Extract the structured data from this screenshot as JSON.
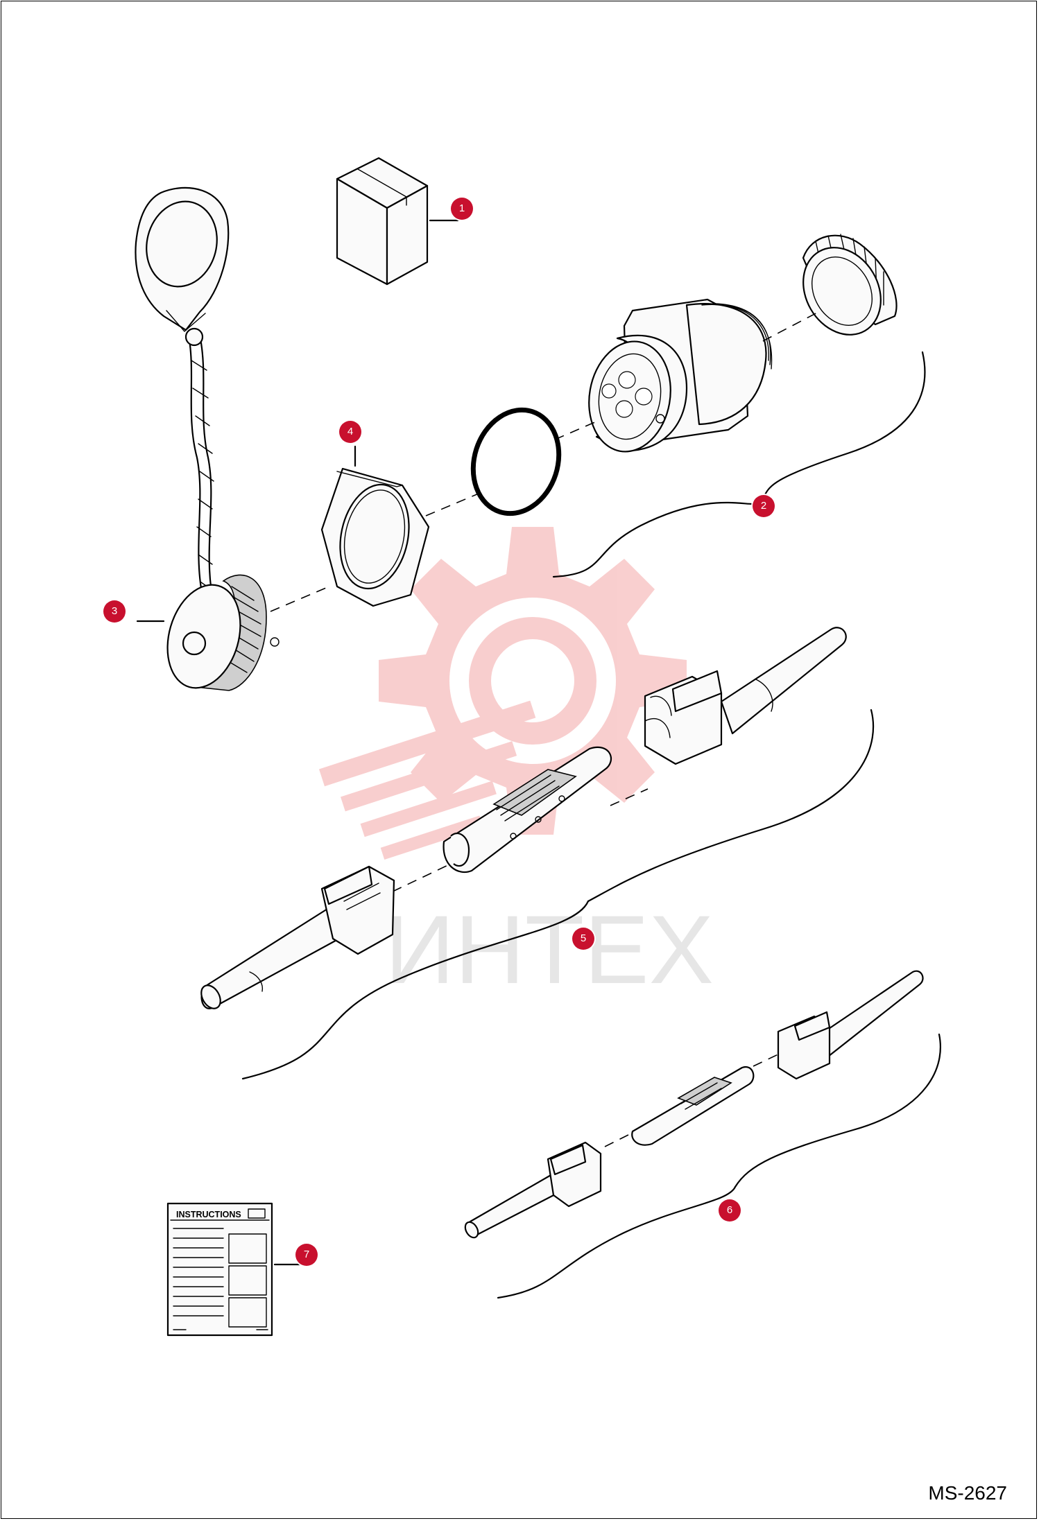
{
  "drawing": {
    "id": "MS-2627",
    "watermark": "ИНТЕХ",
    "accent_color": "#c8102e",
    "watermark_color": "#f4b9b9"
  },
  "instructions_sheet": {
    "title": "INSTRUCTIONS"
  },
  "callouts": [
    {
      "label": "1",
      "part": "packaging-box"
    },
    {
      "label": "2",
      "part": "receptacle-connector-assembly"
    },
    {
      "label": "3",
      "part": "dust-cap-with-chain"
    },
    {
      "label": "4",
      "part": "jam-nut"
    },
    {
      "label": "5",
      "part": "insertion-extraction-tool-large"
    },
    {
      "label": "6",
      "part": "insertion-extraction-tool-small"
    },
    {
      "label": "7",
      "part": "instruction-sheet"
    }
  ]
}
